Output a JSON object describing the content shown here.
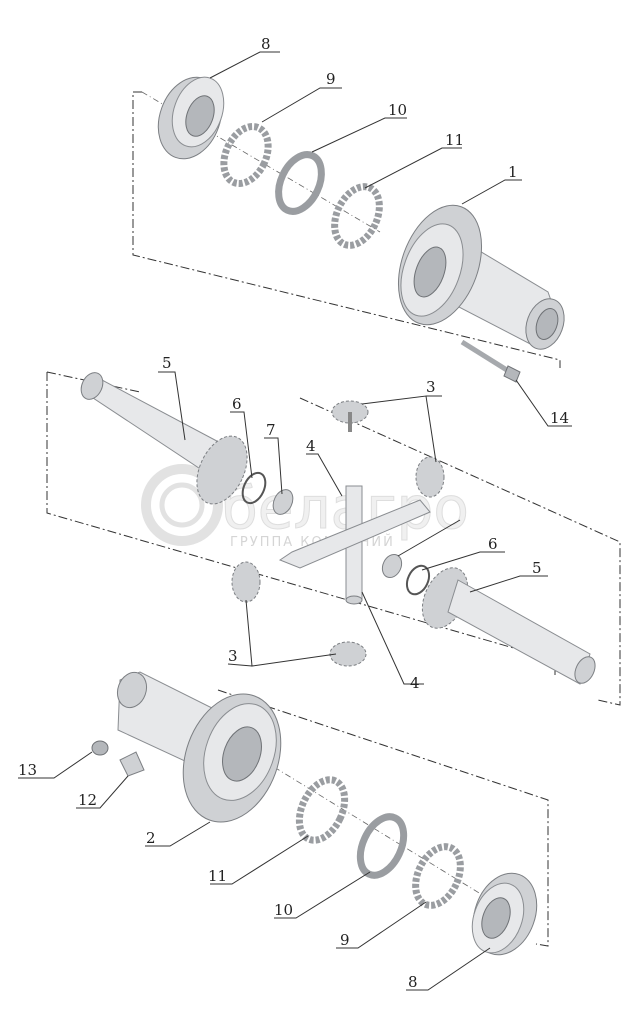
{
  "watermark": {
    "brand": "белагро",
    "subtitle": "ГРУППА КОМПАНИЙ"
  },
  "labels": [
    {
      "id": "label-8-top",
      "text": "8"
    },
    {
      "id": "label-9-top",
      "text": "9"
    },
    {
      "id": "label-10-top",
      "text": "10"
    },
    {
      "id": "label-11-top",
      "text": "11"
    },
    {
      "id": "label-1",
      "text": "1"
    },
    {
      "id": "label-14",
      "text": "14"
    },
    {
      "id": "label-5-left",
      "text": "5"
    },
    {
      "id": "label-6-left",
      "text": "6"
    },
    {
      "id": "label-7",
      "text": "7"
    },
    {
      "id": "label-4-top",
      "text": "4"
    },
    {
      "id": "label-3-top",
      "text": "3"
    },
    {
      "id": "label-6-right",
      "text": "6"
    },
    {
      "id": "label-5-right",
      "text": "5"
    },
    {
      "id": "label-3-bottom",
      "text": "3"
    },
    {
      "id": "label-4-bottom",
      "text": "4"
    },
    {
      "id": "label-13",
      "text": "13"
    },
    {
      "id": "label-12",
      "text": "12"
    },
    {
      "id": "label-2",
      "text": "2"
    },
    {
      "id": "label-11-bottom",
      "text": "11"
    },
    {
      "id": "label-10-bottom",
      "text": "10"
    },
    {
      "id": "label-9-bottom",
      "text": "9"
    },
    {
      "id": "label-8-bottom",
      "text": "8"
    }
  ]
}
